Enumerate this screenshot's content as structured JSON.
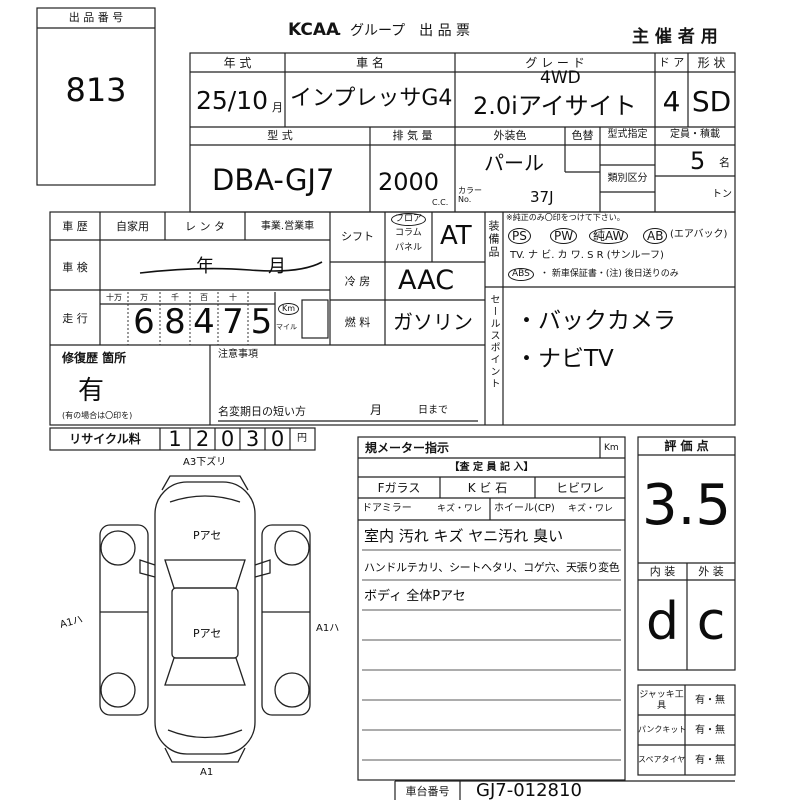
{
  "lot": {
    "header": "出 品 番 号",
    "number": "813"
  },
  "header": {
    "brand": "KCAA",
    "title": "．グループ　出 品 票",
    "copy_label": "主 催 者 用"
  },
  "vehicle": {
    "year": {
      "label": "年 式",
      "value": "25/10",
      "unit": "月"
    },
    "name": {
      "label": "車 名",
      "value": "インプレッサG4"
    },
    "grade": {
      "label": "グ レ ー ド",
      "drive": "4WD",
      "value": "2.0iアイサイト"
    },
    "doors": {
      "label": "ド ア",
      "value": "4"
    },
    "shape": {
      "label": "形 状",
      "value": "SD"
    },
    "model": {
      "label": "型 式",
      "value": "DBA-GJ7"
    },
    "displacement": {
      "label": "排 気 量",
      "value": "2000",
      "unit": "C.C."
    },
    "color": {
      "label": "外装色",
      "value": "パール",
      "change_label": "色替",
      "color_no_label": "カラー No.",
      "color_no": "37J"
    },
    "type_designation": {
      "label": "型式指定",
      "classification_label": "類別区分"
    },
    "capacity": {
      "label": "定員・積載",
      "value": "5",
      "unit": "名",
      "load_unit": "トン"
    }
  },
  "history": {
    "label": "車 歴",
    "options": [
      "自家用",
      "レ ン タ",
      "事業.営業車"
    ]
  },
  "inspection": {
    "label": "車 検",
    "year_unit": "年",
    "month_unit": "月"
  },
  "mileage": {
    "label": "走 行",
    "place_headers": [
      "十万",
      "万",
      "千",
      "百",
      "十"
    ],
    "digits": [
      "6",
      "8",
      "4",
      "7",
      "5"
    ],
    "unit_km": "Km",
    "unit_mile": "マイル"
  },
  "shift": {
    "label": "シフト",
    "options": [
      "フロア",
      "コラム",
      "パネル"
    ],
    "value": "AT"
  },
  "ac": {
    "label": "冷 房",
    "value": "AAC"
  },
  "fuel": {
    "label": "燃 料",
    "value": "ガソリン"
  },
  "equipment": {
    "label": "装備品",
    "note": "※純正のみ〇印をつけて下さい。",
    "row1": [
      "PS",
      "PW",
      "純AW",
      "AB"
    ],
    "airbag_note": "(エアバック)",
    "row2": "TV. ナ ビ. カ ワ. S R (サンルーフ)",
    "abs": "ABS",
    "row3_rest": "・ 新車保証書・(注) 後日送りのみ"
  },
  "sales_points": {
    "label": "セールスポイント",
    "items": [
      "・バックカメラ",
      "・ナビTV"
    ]
  },
  "repair": {
    "label": "修復歴 箇所",
    "value": "有",
    "note": "(有の場合は〇印を)"
  },
  "notes": {
    "label": "注意事項",
    "name_change_label": "名変期日の短い方",
    "month_unit": "月",
    "day_unit": "日まで"
  },
  "recycle": {
    "label": "リサイクル料",
    "digits": [
      "1",
      "2",
      "0",
      "3",
      "0"
    ],
    "unit": "円"
  },
  "damage_map": {
    "annotations": [
      "A3下ズリ",
      "Pアセ",
      "Pアセ",
      "A1ハ",
      "A1ハ",
      "A1"
    ]
  },
  "inspector": {
    "meter_label": "規メーター指示",
    "meter_unit": "Km",
    "section_label": "【査 定 員 記 入】",
    "glass": [
      "Fガラス",
      "K ビ 石",
      "ヒビワレ"
    ],
    "mirror_label": "ドアミラー",
    "mirror_options": "キズ・ワレ",
    "wheel_label": "ホイール(CP)",
    "wheel_options": "キズ・ワレ",
    "remarks": [
      "室内 汚れ キズ ヤニ汚れ 臭い",
      "ハンドルテカリ、シートヘタリ、コゲ穴、天張り変色",
      "ボディ 全体Pアセ"
    ]
  },
  "score": {
    "label": "評 価 点",
    "overall": "3.5",
    "interior_label": "内 装",
    "exterior_label": "外 装",
    "interior": "d",
    "exterior": "c"
  },
  "accessories": [
    {
      "label": "ジャッキ工具",
      "value": "有・無"
    },
    {
      "label": "パンクキット",
      "value": "有・無"
    },
    {
      "label": "スペアタイヤ",
      "value": "有・無"
    }
  ],
  "chassis": {
    "label": "車台番号",
    "value": "GJ7-012810"
  }
}
